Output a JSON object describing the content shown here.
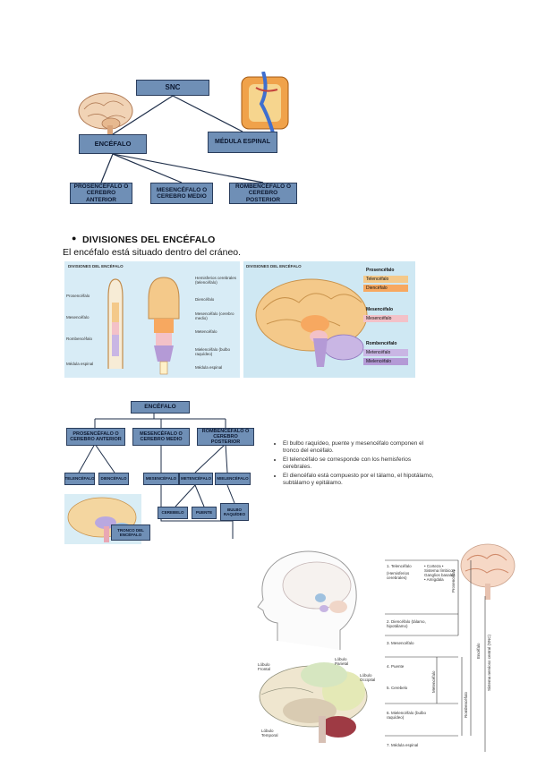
{
  "diagram1": {
    "root": "SNC",
    "level1": [
      "ENCÉFALO",
      "MÉDULA ESPINAL"
    ],
    "level2": [
      "PROSENCÉFALO O CEREBRO ANTERIOR",
      "MESENCÉFALO O CEREBRO MEDIO",
      "ROMBENCÉFALO O CEREBRO POSTERIOR"
    ]
  },
  "section": {
    "bullet": "●",
    "title": "DIVISIONES DEL ENCÉFALO",
    "intro": "El encéfalo está situado dentro del cráneo."
  },
  "figure_left": {
    "title": "DIVISIONES DEL ENCÉFALO",
    "left_labels": [
      "Prosencéfalo",
      "Mesencéfalo",
      "Rombencéfalo",
      "Médula espinal"
    ],
    "right_labels": [
      "Hemisferios cerebrales (telencéfalo)",
      "Diencéfalo",
      "Mesencéfalo (cerebro medio)",
      "Metencéfalo",
      "Mielencéfalo (bulbo raquídeo)",
      "Médula espinal"
    ]
  },
  "figure_right": {
    "title": "DIVISIONES DEL ENCÉFALO",
    "groups": [
      {
        "name": "Prosencéfalo",
        "items": [
          "Telencéfalo",
          "Diencéfalo"
        ]
      },
      {
        "name": "Mesencéfalo",
        "items": [
          "Mesencéfalo"
        ]
      },
      {
        "name": "Rombencéfalo",
        "items": [
          "Metencéfalo",
          "Mielencéfalo"
        ]
      }
    ],
    "colors": {
      "telencefalo": "#f4c98a",
      "diencefalo": "#f7a860",
      "mesencefalo": "#f3c1c8",
      "metencefalo": "#c9b6e4",
      "mielencefalo": "#b49ad6"
    }
  },
  "diagram2": {
    "root": "ENCÉFALO",
    "level1": [
      "PROSENCÉFALO O CEREBRO ANTERIOR",
      "MESENCÉFALO O CEREBRO MEDIO",
      "ROMBENCÉFALO O CEREBRO POSTERIOR"
    ],
    "level2": [
      "TELENCÉFALO",
      "DIENCÉFALO",
      "MESENCÉFALO",
      "METENCÉFALO",
      "MIELENCÉFALO"
    ],
    "level3": [
      "CEREBELO",
      "PUENTE",
      "BULBO RAQUÍDEO"
    ],
    "trunk": "TRONCO DEL ENCÉFALO"
  },
  "notes": [
    "El bulbo raquídeo, puente y mesencéfalo componen el tronco del encéfalo.",
    "El telencéfalo se corresponde con los hemisferios cerebrales.",
    "El diencéfalo está compuesto por el tálamo, el hipotálamo, subtálamo y epitálamo."
  ],
  "figure_bottom": {
    "lobes": [
      "Lóbulo Frontal",
      "Lóbulo Parietal",
      "Lóbulo Occipital",
      "Lóbulo Temporal"
    ],
    "list": [
      "1. Telencéfalo",
      "(Hemisferios cerebrales)",
      "• Corteza • Sistema límbico • Ganglios basales • Amígdala",
      "2. Diencéfalo (tálamo, hipotálamo)",
      "3. Mesencéfalo",
      "4. Puente",
      "5. Cerebelo",
      "6. Mielencéfalo (bulbo raquídeo)",
      "7. Médula espinal"
    ],
    "vertical_labels": [
      "Prosencéfalo",
      "Metencéfalo",
      "Rombencéfalo",
      "Encéfalo",
      "Sistema nervioso central (SNC)"
    ]
  }
}
